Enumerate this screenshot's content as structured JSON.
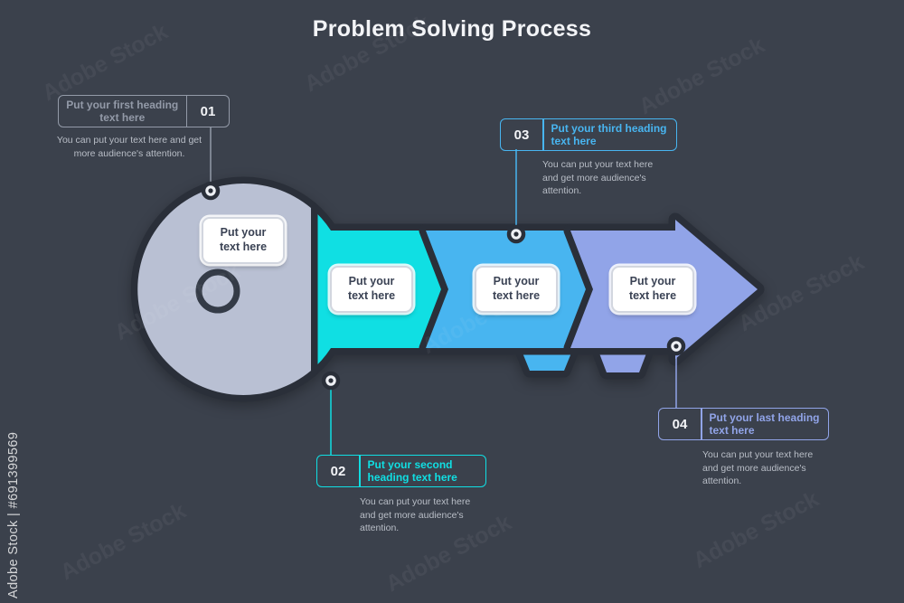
{
  "page": {
    "title": "Problem Solving Process"
  },
  "colors": {
    "background": "#3b414c",
    "title_text": "#f3f4f7",
    "key_outline": "#2a2f39",
    "key_head": "#b9c0d3",
    "segment_cyan": "#10dfe3",
    "segment_blue": "#48b5f0",
    "segment_periwinkle": "#91a4e8",
    "box_text": "#3a4254",
    "description_text": "#b9bec7",
    "number_text": "#f3f4f7",
    "step1_accent": "#939aa8"
  },
  "key_boxes": [
    "Put your text here",
    "Put your text here",
    "Put your text here",
    "Put your text here"
  ],
  "steps": [
    {
      "number": "01",
      "heading": "Put your first heading text here",
      "description": "You can put your text here and get more audience's attention.",
      "color": "#939aa8"
    },
    {
      "number": "02",
      "heading": "Put your second heading text here",
      "description": "You can put your text here and get more audience's attention.",
      "color": "#10dfe3"
    },
    {
      "number": "03",
      "heading": "Put your third heading text here",
      "description": "You can put your text here and get more audience's attention.",
      "color": "#48b5f0"
    },
    {
      "number": "04",
      "heading": "Put your last heading text here",
      "description": "You can put your text here and get more audience's attention.",
      "color": "#91a4e8"
    }
  ],
  "watermark": {
    "brand": "Adobe Stock",
    "stock_id": "Adobe Stock | #691399569"
  }
}
